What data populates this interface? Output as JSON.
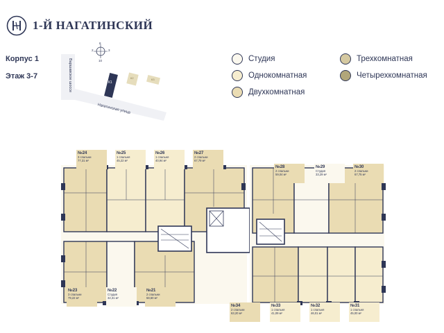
{
  "header": {
    "brand": "1-Й НАГАТИНСКИЙ",
    "building": "Корпус 1",
    "floor": "Этаж 3-7"
  },
  "sitemap": {
    "street_1": "Варшавское шоссе",
    "street_2": "Нагатинская улица",
    "block": "К1",
    "block_2": "К2",
    "block_3": "К3",
    "compass": [
      "2",
      "3",
      "8",
      "10"
    ]
  },
  "legend": [
    {
      "label": "Студия",
      "color": "#fbf8ee"
    },
    {
      "label": "Однокомнатная",
      "color": "#f6edcf"
    },
    {
      "label": "Двухкомнатная",
      "color": "#eadcb3"
    },
    {
      "label": "Трехкомнатная",
      "color": "#d5c9a1"
    },
    {
      "label": "Четырехкомнатная",
      "color": "#b1a67a"
    }
  ],
  "apartments": [
    {
      "num": "№24",
      "rooms": "3 спальни",
      "area": "77,31 м²",
      "color": "#eadcb3"
    },
    {
      "num": "№25",
      "rooms": "1 спальня",
      "area": "45,22 м²",
      "color": "#f6edcf"
    },
    {
      "num": "№26",
      "rooms": "1 спальня",
      "area": "40,94 м²",
      "color": "#f6edcf"
    },
    {
      "num": "№27",
      "rooms": "2 спальни",
      "area": "67,79 м²",
      "color": "#eadcb3"
    },
    {
      "num": "№28",
      "rooms": "2 спальни",
      "area": "59,04 м²",
      "color": "#eadcb3"
    },
    {
      "num": "№29",
      "rooms": "Студия",
      "area": "33,29 м²",
      "color": "#fbf8ee"
    },
    {
      "num": "№30",
      "rooms": "2 спальни",
      "area": "67,75 м²",
      "color": "#eadcb3"
    },
    {
      "num": "№23",
      "rooms": "3 спальни",
      "area": "79,22 м²",
      "color": "#eadcb3"
    },
    {
      "num": "№22",
      "rooms": "Студия",
      "area": "32,31 м²",
      "color": "#fbf8ee"
    },
    {
      "num": "№21",
      "rooms": "2 спальни",
      "area": "58,60 м²",
      "color": "#eadcb3"
    },
    {
      "num": "№34",
      "rooms": "2 спальни",
      "area": "63,20 м²",
      "color": "#eadcb3"
    },
    {
      "num": "№33",
      "rooms": "1 спальня",
      "area": "41,09 м²",
      "color": "#f6edcf"
    },
    {
      "num": "№32",
      "rooms": "1 спальня",
      "area": "46,01 м²",
      "color": "#f6edcf"
    },
    {
      "num": "№31",
      "rooms": "1 спальня",
      "area": "45,00 м²",
      "color": "#f6edcf"
    }
  ]
}
